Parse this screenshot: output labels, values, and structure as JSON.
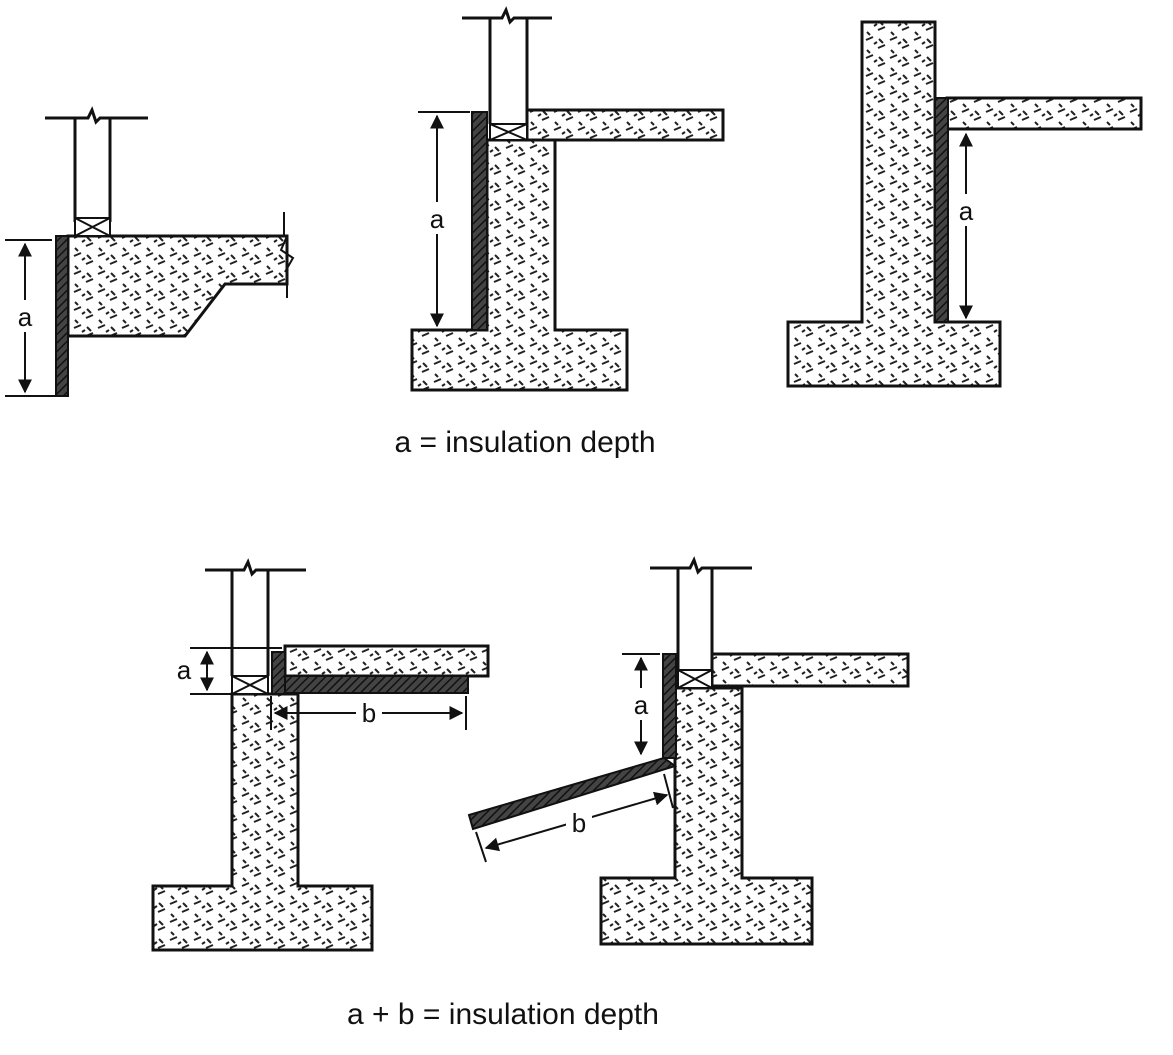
{
  "labels": {
    "a": "a",
    "b": "b"
  },
  "captions": {
    "top": "a = insulation depth",
    "bottom": "a + b = insulation depth"
  }
}
